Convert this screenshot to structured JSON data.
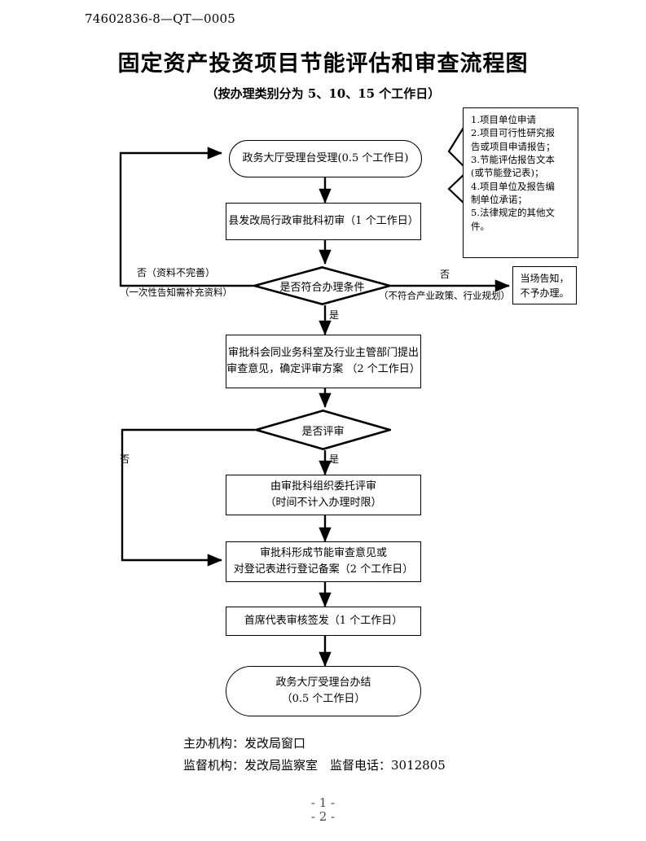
{
  "header": {
    "doc_code": "74602836-8—QT—0005",
    "title": "固定资产投资项目节能评估和审查流程图",
    "subtitle": "（按办理类别分为 5、10、15 个工作日）"
  },
  "callout": {
    "name": "required-materials-note",
    "items": [
      "1.项目单位申请",
      "2.项目可行性研究报",
      "告或项目申请报告；",
      "3.节能评估报告文本",
      "(或节能登记表)；",
      "4.项目单位及报告编",
      "制单位承诺；",
      "5.法律规定的其他文",
      "件。"
    ]
  },
  "nodes": {
    "start": {
      "label": "政务大厅受理台受理(0.5 个工作日)",
      "shape": "stadium"
    },
    "preliminary_review": {
      "label": "县发改局行政审批科初审（1 个工作日）",
      "shape": "rect"
    },
    "decision_conditions": {
      "label": "是否符合办理条件",
      "shape": "diamond"
    },
    "reject_terminal": {
      "line1": "当场告知，",
      "line2": "不予办理。",
      "shape": "rect"
    },
    "review_opinion": {
      "line1": "审批科会同业务科室及行业主管部门提出",
      "line2": "审查意见，确定评审方案 （2 个工作日）",
      "shape": "rect"
    },
    "decision_evaluate": {
      "label": "是否评审",
      "shape": "diamond"
    },
    "commission_evaluation": {
      "line1": "由审批科组织委托评审",
      "line2": "（时间不计入办理时限）",
      "shape": "rect"
    },
    "form_opinion": {
      "line1": "审批科形成节能审查意见或",
      "line2": "对登记表进行登记备案（2 个工作日）",
      "shape": "rect"
    },
    "chief_sign": {
      "label": "首席代表审核签发（1 个工作日）",
      "shape": "rect"
    },
    "end": {
      "line1": "政务大厅受理台办结",
      "line2": "（0.5 个工作日）",
      "shape": "stadium"
    }
  },
  "edge_labels": {
    "no_incomplete": "否（资料不完善）",
    "no_incomplete_sub": "（一次性告知需补充资料）",
    "no_policy": "否",
    "no_policy_sub": "（不符合产业政策、行业规划）",
    "yes_conditions": "是",
    "no_evaluate": "否",
    "yes_evaluate": "是"
  },
  "footer": {
    "organizer": "主办机构：发改局窗口",
    "supervisor": "监督机构：发改局监察室　监督电话：3012805",
    "page_num_1": "- 1 -",
    "page_num_2": "- 2 -"
  },
  "colors": {
    "stroke": "#000000",
    "background": "#ffffff",
    "page_number": "#4a4a4a"
  }
}
